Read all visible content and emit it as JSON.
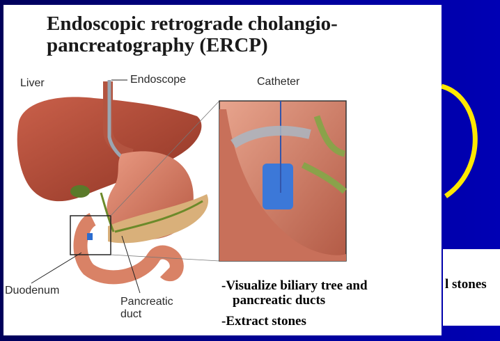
{
  "slide": {
    "title_line1": "Endoscopic retrograde cholangio-",
    "title_line2": "pancreatography (ERCP)",
    "behind_text": "l stones"
  },
  "figure": {
    "labels": {
      "liver": "Liver",
      "endoscope": "Endoscope",
      "catheter": "Catheter",
      "duodenum": "Duodenum",
      "pancreatic_duct_line1": "Pancreatic",
      "pancreatic_duct_line2": "duct"
    }
  },
  "bullets": {
    "item1_line1": "-Visualize biliary tree and",
    "item1_line2": "pancreatic ducts",
    "item2": "-Extract stones"
  },
  "colors": {
    "background": "#00007a",
    "accent_arc": "#ffe800",
    "panel": "#ffffff"
  }
}
